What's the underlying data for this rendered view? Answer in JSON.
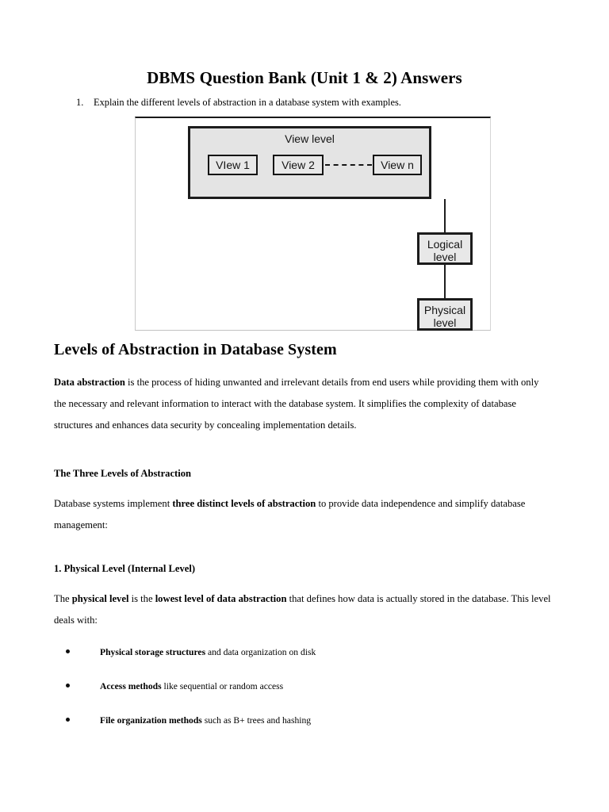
{
  "document": {
    "title": "DBMS Question Bank (Unit 1 & 2) Answers",
    "question": {
      "number": "1.",
      "text": "Explain the different levels of abstraction in a database system with examples."
    }
  },
  "figure": {
    "name": "levels-of-abstraction-diagram",
    "view_level_label": "View level",
    "views": [
      {
        "label": "VIew 1"
      },
      {
        "label": "View 2"
      },
      {
        "label": "View n"
      }
    ],
    "logical_level_line1": "Logical",
    "logical_level_line2": "level",
    "physical_level_line1": "Physical",
    "physical_level_line2": "level",
    "box_fill_color": "#e4e4e4",
    "box_border_color": "#1c1c1c"
  },
  "content": {
    "section_heading": "Levels of Abstraction in Database System",
    "intro_paragraph": {
      "lead_bold": "Data abstraction",
      "rest": " is the process of hiding unwanted and irrelevant details from end users while providing them with only the necessary and relevant information to interact with the database system. It simplifies the complexity of database structures and enhances data security by concealing implementation details."
    },
    "three_levels_heading": "The Three Levels of Abstraction",
    "three_levels_paragraph": {
      "part1": "Database systems implement ",
      "bold": "three distinct levels of abstraction",
      "part2": " to provide data independence and simplify database management:"
    },
    "physical_level_heading": "1. Physical Level (Internal Level)",
    "physical_level_paragraph": {
      "part1": "The ",
      "bold1": "physical level",
      "part2": " is the ",
      "bold2": "lowest level of data abstraction",
      "part3": " that defines how data is actually stored in the database. This level deals with:"
    },
    "bullets": [
      {
        "bold": "Physical storage structures",
        "rest": " and data organization on disk"
      },
      {
        "bold": "Access methods",
        "rest": " like sequential or random access"
      },
      {
        "bold": "File organization methods",
        "rest": " such as B+ trees and hashing"
      }
    ]
  }
}
